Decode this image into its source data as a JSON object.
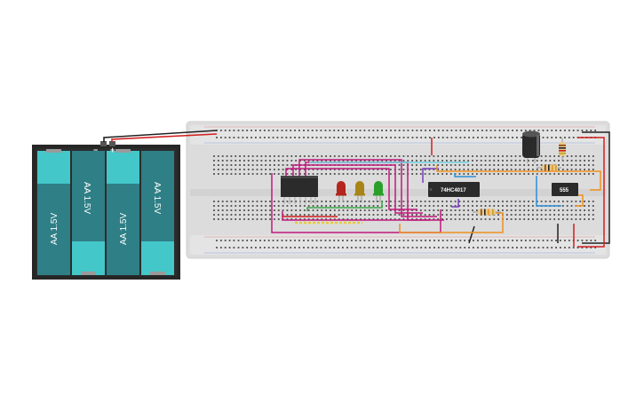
{
  "battery_pack": {
    "cells": [
      {
        "label": "AA 1.5V"
      },
      {
        "label": "AA 1.5V"
      },
      {
        "label": "AA 1.5V"
      },
      {
        "label": "AA 1.5V"
      }
    ],
    "terminal_negative": "−",
    "terminal_positive": "+"
  },
  "chips": {
    "counter": {
      "label": "74HC4017"
    },
    "timer": {
      "label": "555"
    }
  },
  "leds": [
    {
      "color_name": "red",
      "color": "#b3261e"
    },
    {
      "color_name": "yellow",
      "color": "#a88417"
    },
    {
      "color_name": "green",
      "color": "#2aa02a"
    }
  ],
  "wire_colors": {
    "power_positive": "#d11f1f",
    "power_negative": "#222222",
    "magenta": "#c2187c",
    "purple": "#7a3cc0",
    "orange": "#f0901e",
    "blue": "#2a8ed6",
    "green": "#3aa64a",
    "cyan": "#6fd0e0",
    "yellow": "#e8c93a"
  }
}
